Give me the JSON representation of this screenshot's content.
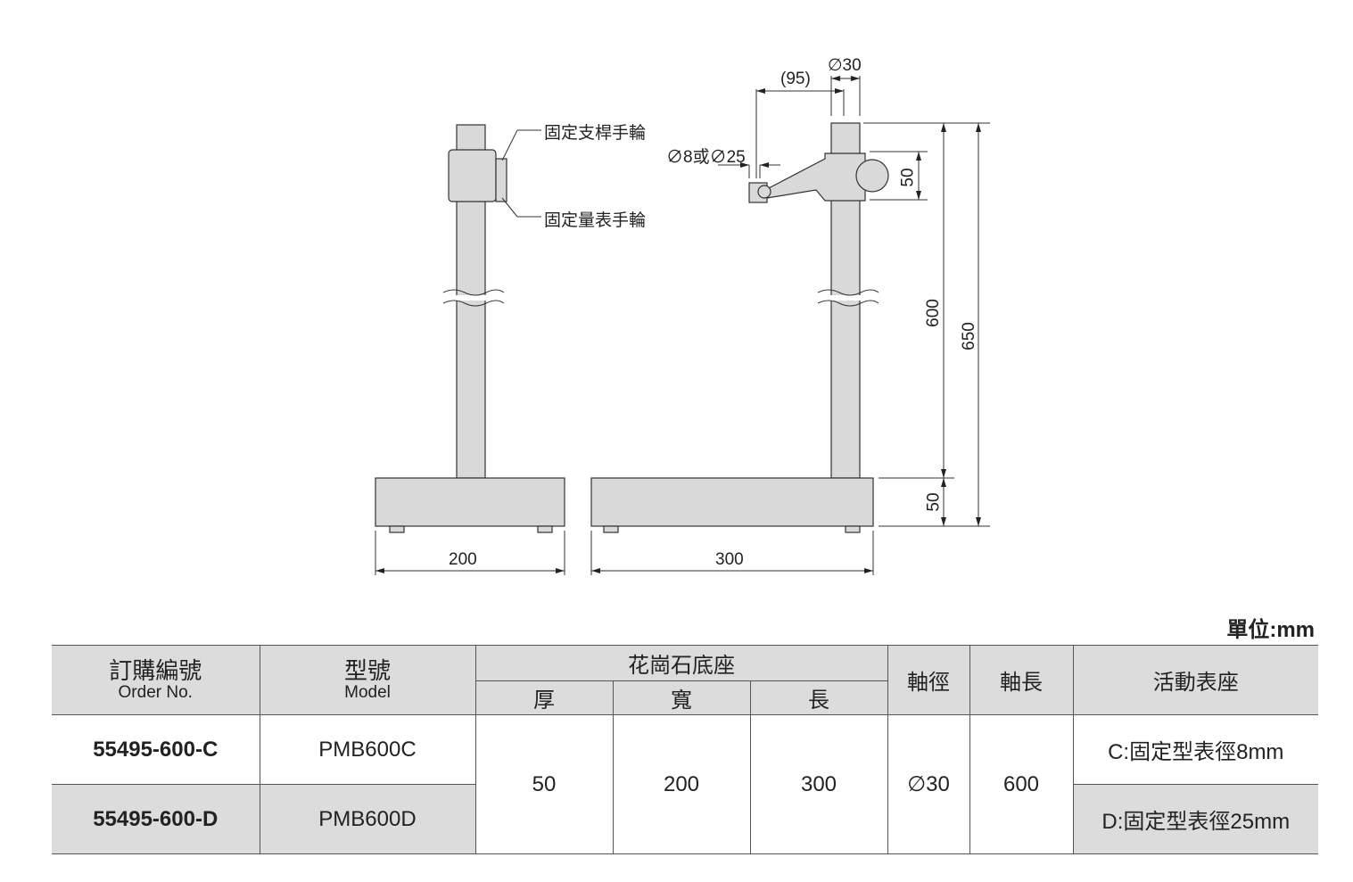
{
  "diagram": {
    "callouts": {
      "fix_post_wheel": "固定支桿手輪",
      "fix_gauge_wheel": "固定量表手輪"
    },
    "dims": {
      "offset": "(95)",
      "post_dia_top": "∅30",
      "holder_dia": "∅8或∅25",
      "clamp_height": "50",
      "post_600": "600",
      "total_650": "650",
      "base_50": "50",
      "base_width": "200",
      "base_length": "300"
    }
  },
  "unit_label": "單位:mm",
  "table": {
    "headers": {
      "order_zh": "訂購編號",
      "order_en": "Order No.",
      "model_zh": "型號",
      "model_en": "Model",
      "granite": "花崗石底座",
      "thick": "厚",
      "width": "寬",
      "length": "長",
      "shaft_dia": "軸徑",
      "shaft_len": "軸長",
      "stand": "活動表座"
    },
    "rows": [
      {
        "order": "55495-600-C",
        "model": "PMB600C",
        "stand": "C:固定型表徑8mm"
      },
      {
        "order": "55495-600-D",
        "model": "PMB600D",
        "stand": "D:固定型表徑25mm"
      }
    ],
    "shared": {
      "thick": "50",
      "width": "200",
      "length": "300",
      "shaft_dia": "∅30",
      "shaft_len": "600"
    }
  }
}
